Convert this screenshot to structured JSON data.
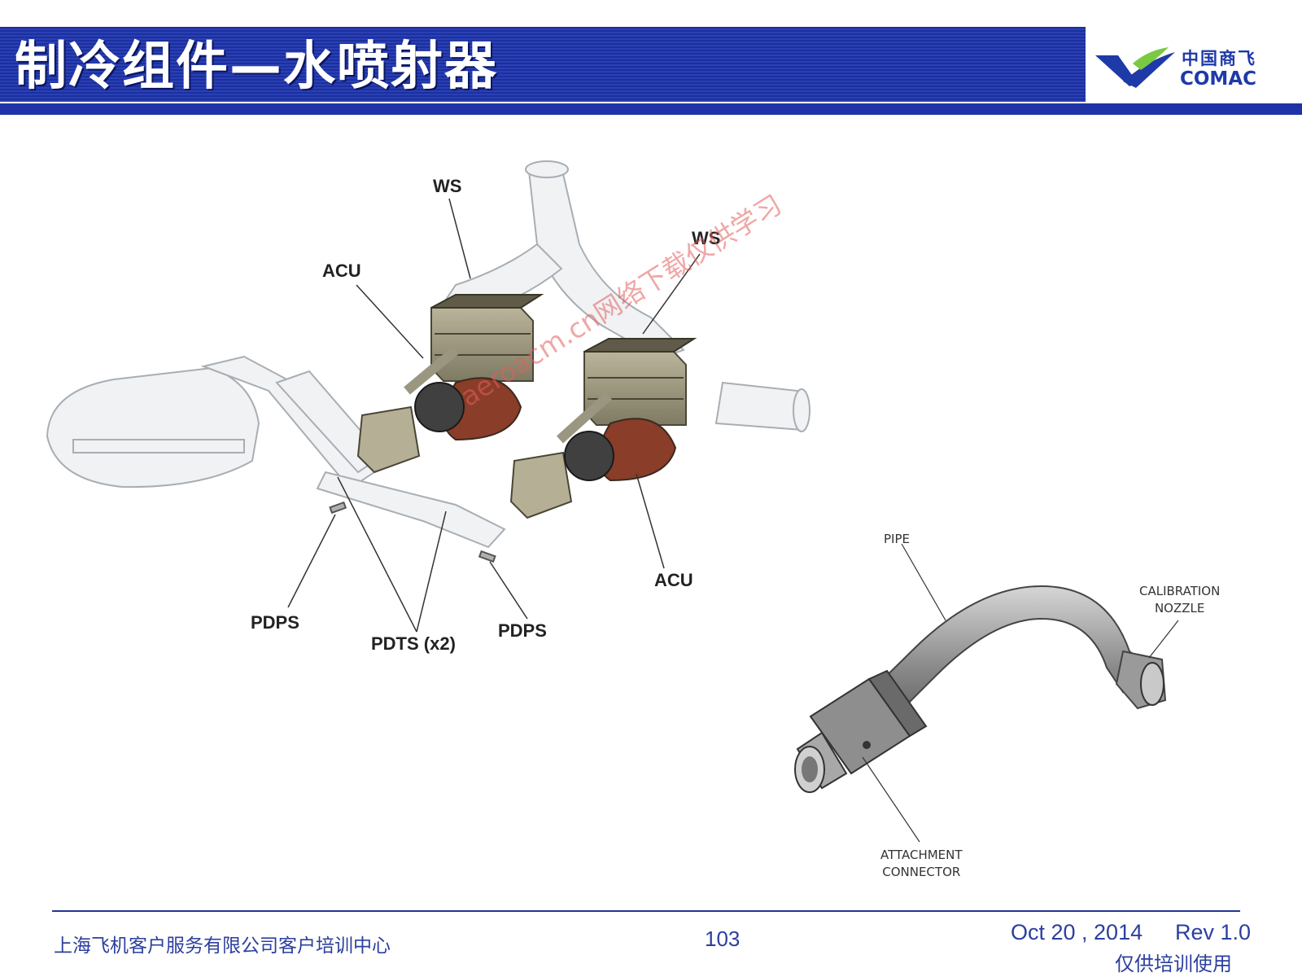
{
  "slide": {
    "title": "制冷组件—水喷射器"
  },
  "logo": {
    "name_cn": "中国商飞",
    "name_en": "COMAC",
    "colors": {
      "blue": "#1e3aa8",
      "green": "#7ac943"
    }
  },
  "system_diagram": {
    "labels": {
      "ws_left": "WS",
      "ws_right": "WS",
      "acu_upper": "ACU",
      "acu_lower": "ACU",
      "pdps_left": "PDPS",
      "pdts": "PDTS (x2)",
      "pdps_right": "PDPS"
    }
  },
  "component_diagram": {
    "labels": {
      "pipe": "PIPE",
      "calibration_line1": "CALIBRATION",
      "calibration_line2": "NOZZLE",
      "attachment_line1": "ATTACHMENT",
      "attachment_line2": "CONNECTOR"
    }
  },
  "watermark": "aeroacm.cn网络下载仅供学习",
  "footer": {
    "organization": "上海飞机客户服务有限公司客户培训中心",
    "page_number": "103",
    "date": "Oct 20 , 2014",
    "revision": "Rev 1.0",
    "note": "仅供培训使用"
  },
  "colors": {
    "header_blue": "#2a40b4",
    "footer_text": "#2c3f9e",
    "watermark_red": "#e45c5c"
  }
}
